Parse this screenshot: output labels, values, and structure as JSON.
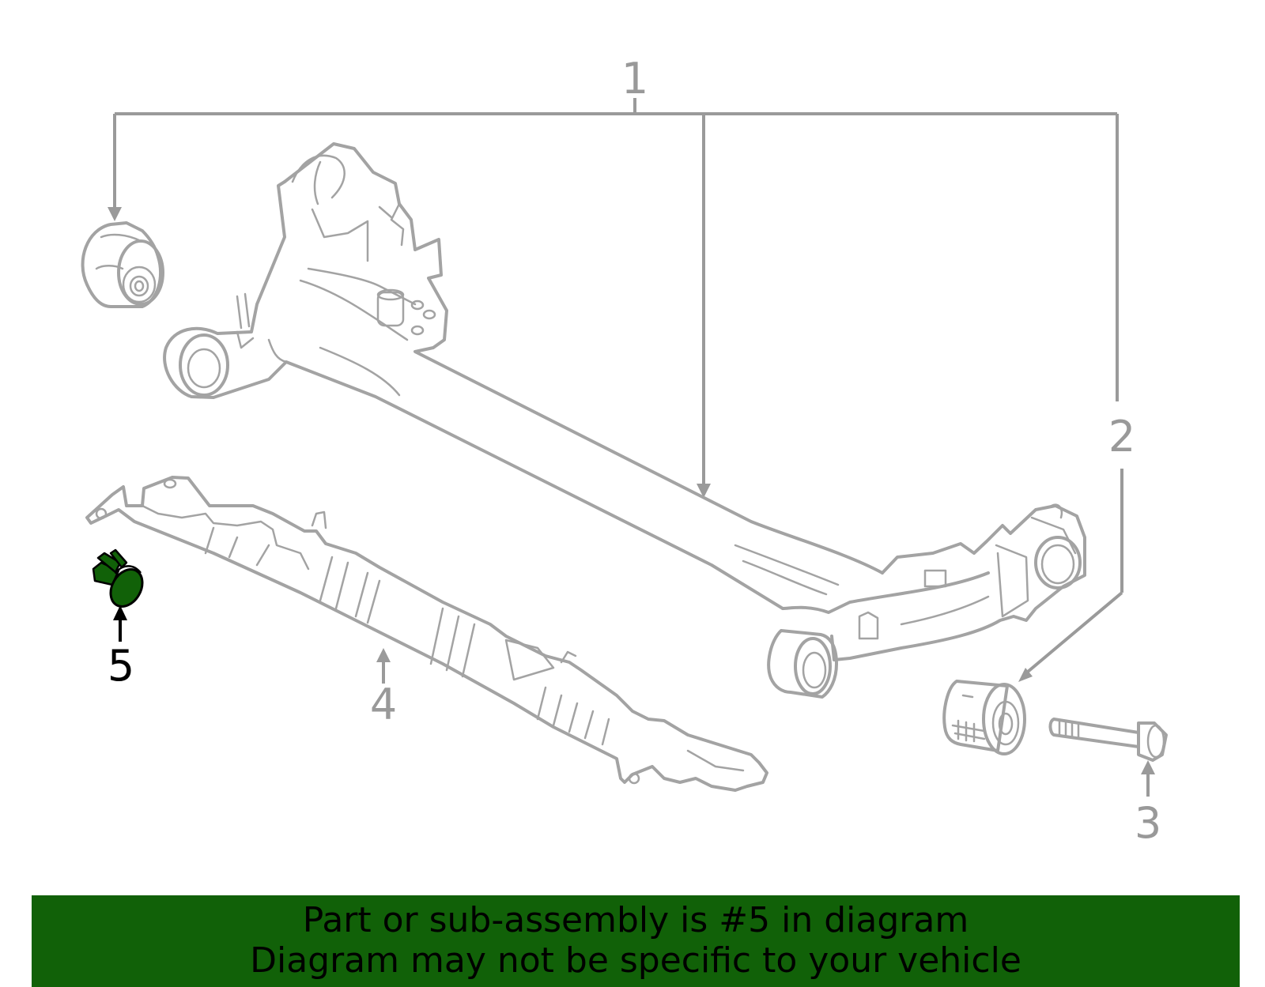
{
  "callouts": {
    "c1": "1",
    "c2": "2",
    "c3": "3",
    "c4": "4",
    "c5": "5"
  },
  "highlight": {
    "part_number": "5",
    "color": "#116108"
  },
  "banner": {
    "line1": "Part or sub-assembly is #5 in diagram",
    "line2": "Diagram may not be specific to your vehicle",
    "background": "#116108"
  },
  "colors": {
    "line_art": "#a3a3a3",
    "highlight_outline": "#000000"
  }
}
